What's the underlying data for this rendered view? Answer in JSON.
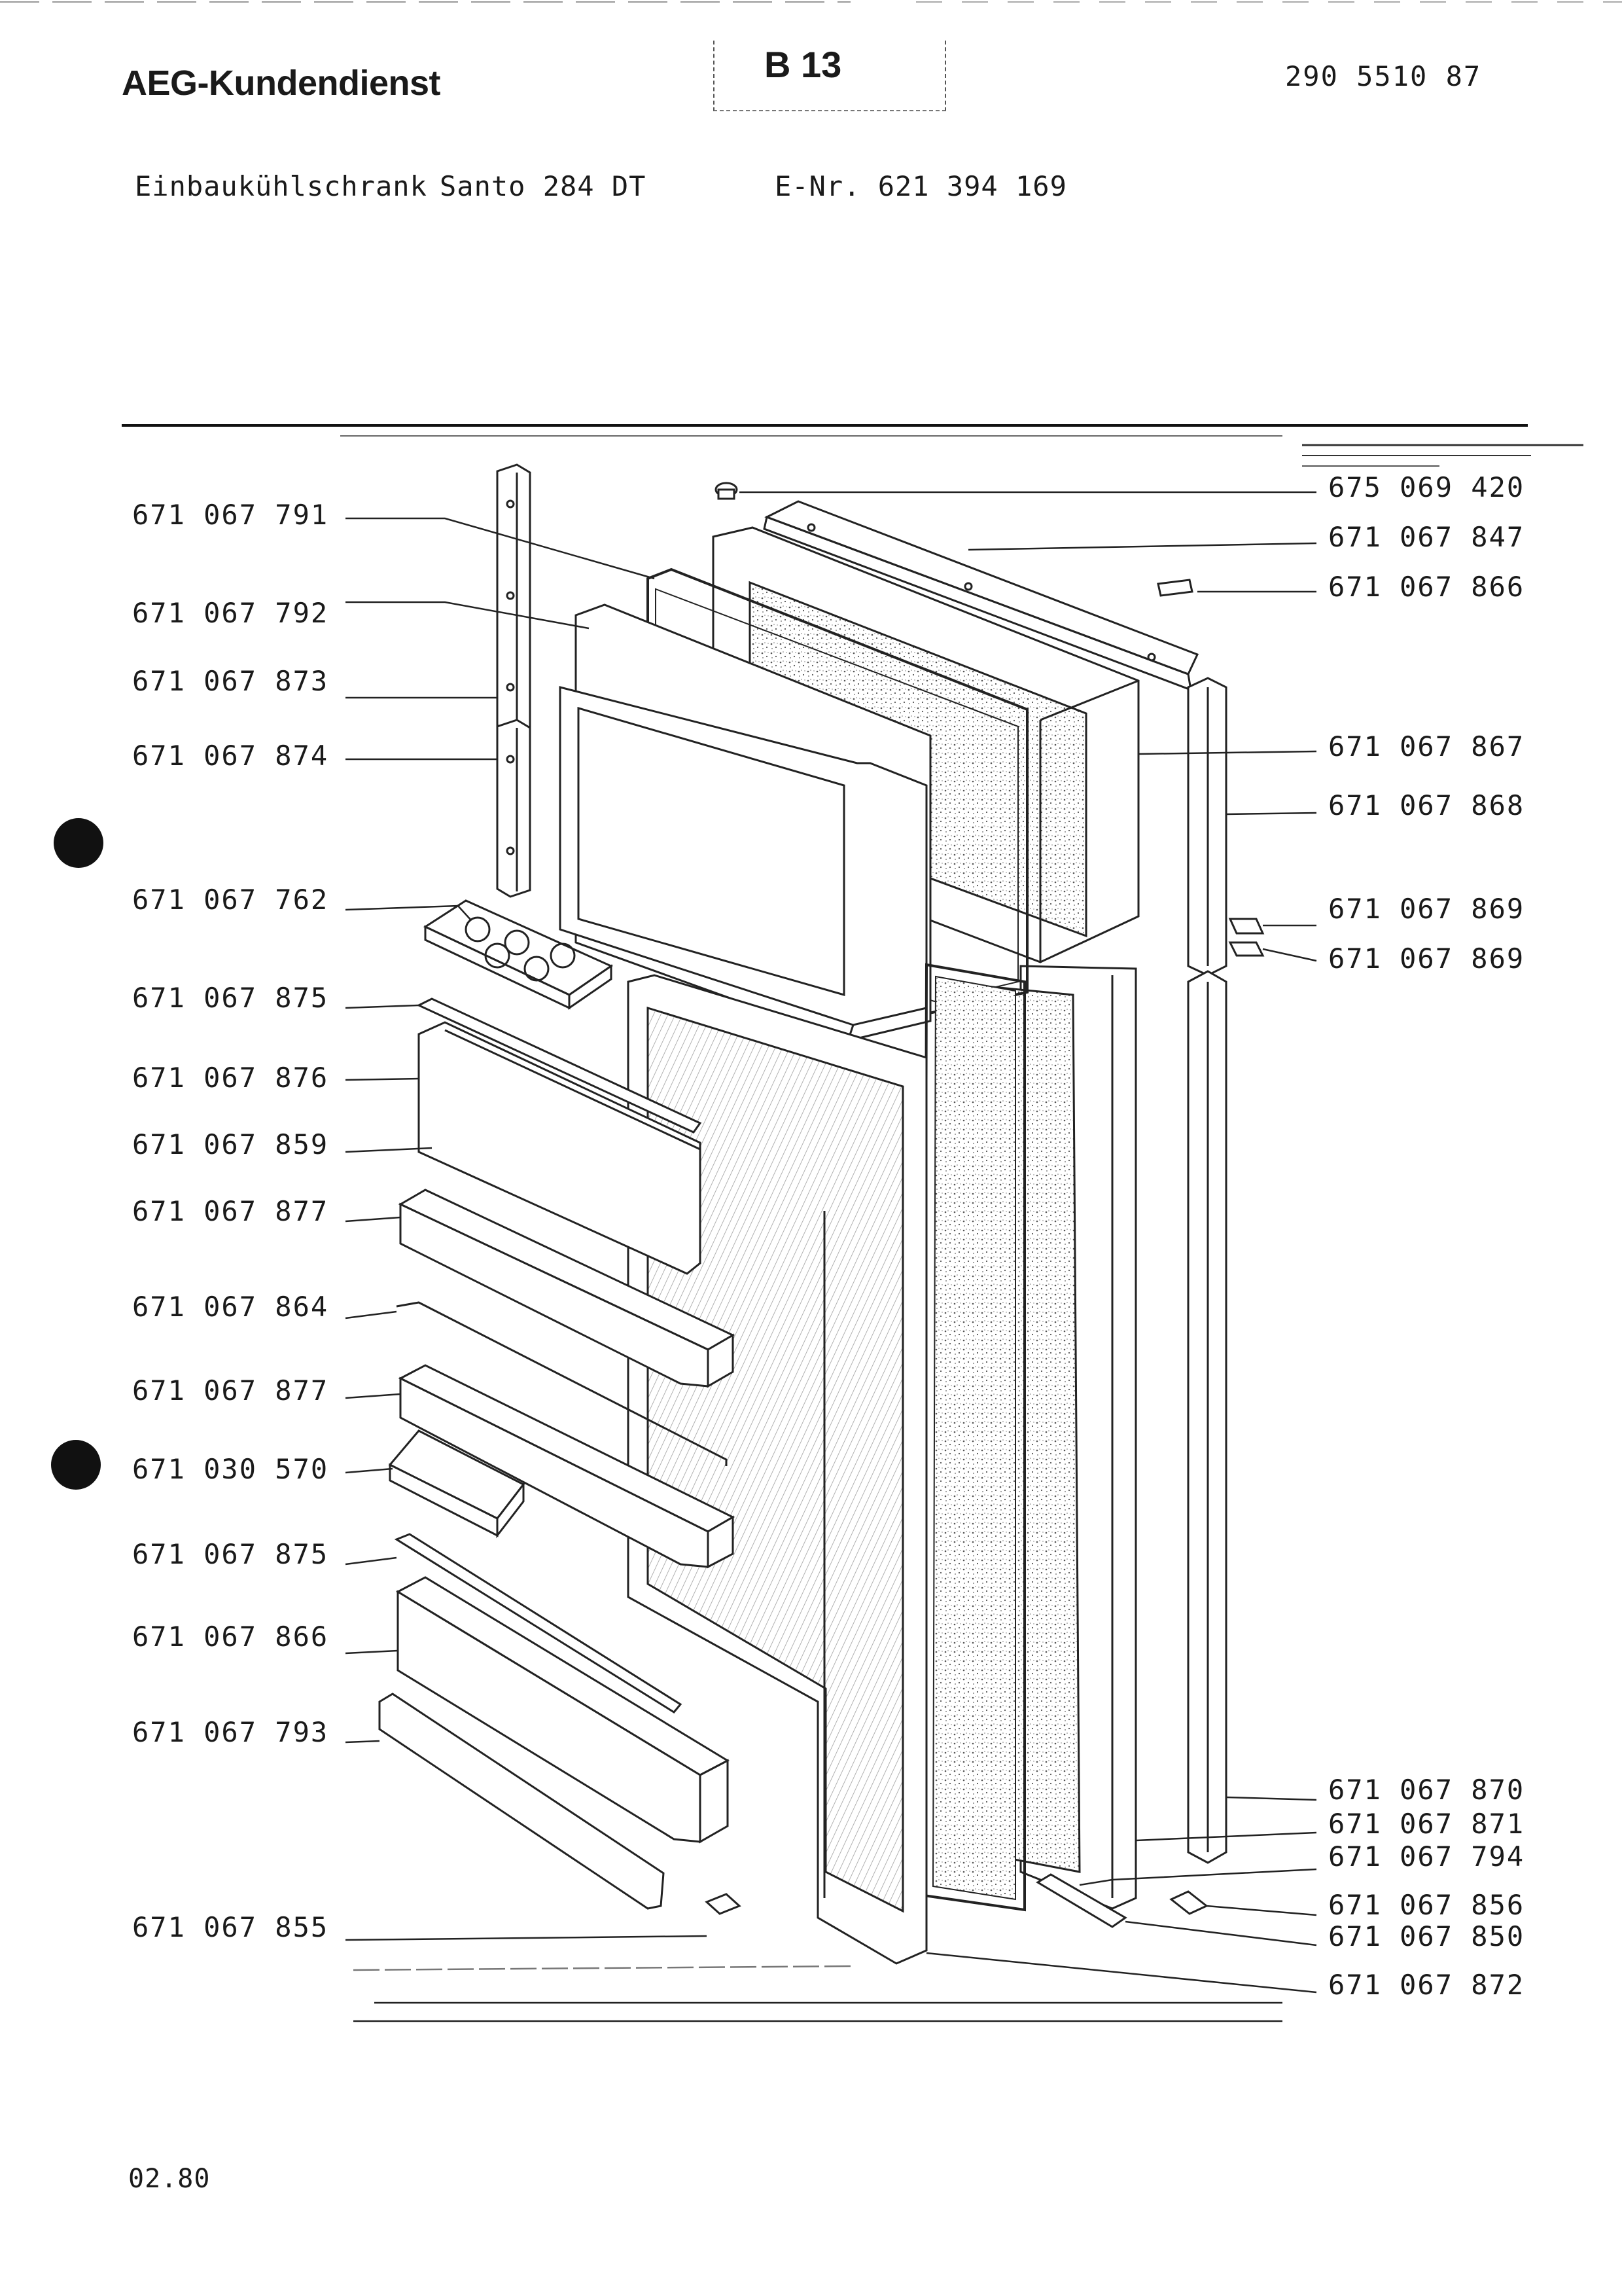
{
  "header": {
    "brand": "AEG-Kundendienst",
    "sheet_code": "B 13",
    "doc_number": "290 5510 87"
  },
  "product": {
    "type": "Einbaukühlschrank",
    "model": "Santo 284 DT",
    "e_nr": "E-Nr. 621 394 169"
  },
  "footer": {
    "date": "02.80"
  },
  "parts_left": [
    "671 067 791",
    "671 067 792",
    "671 067 873",
    "671 067 874",
    "671 067 762",
    "671 067 875",
    "671 067 876",
    "671 067 859",
    "671 067 877",
    "671 067 864",
    "671 067 877",
    "671 030 570",
    "671 067 875",
    "671 067 866",
    "671 067 793",
    "671 067 855"
  ],
  "parts_right": [
    "675 069 420",
    "671 067 847",
    "671 067 866",
    "671 067 867",
    "671 067 868",
    "671 067 869",
    "671 067 869",
    "671 067 870",
    "671 067 871",
    "671 067 794",
    "671 067 856",
    "671 067 850",
    "671 067 872"
  ],
  "marked_parts": [
    "671 067 762",
    "671 030 570"
  ]
}
